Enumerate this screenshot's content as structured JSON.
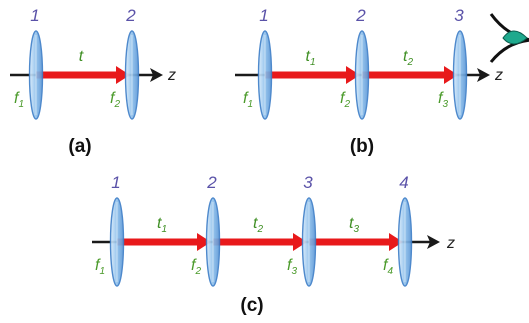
{
  "colors": {
    "axis": "#1a1a1a",
    "arrow": "#e8191b",
    "lens_fill": "#9ecbf0",
    "lens_edge": "#3f7fc8",
    "lens_number": "#5a52a8",
    "focal_label": "#4a9a2a",
    "eye_iris": "#1fa98d"
  },
  "icons": {
    "eye": "eye-icon"
  },
  "panels": [
    {
      "label": "(a)",
      "axis_label": "z",
      "lenses": [
        {
          "number": "1",
          "f_base": "f",
          "f_sub": "1"
        },
        {
          "number": "2",
          "f_base": "f",
          "f_sub": "2"
        }
      ],
      "segments": [
        {
          "base": "t",
          "sub": ""
        }
      ],
      "has_eye": false
    },
    {
      "label": "(b)",
      "axis_label": "z",
      "lenses": [
        {
          "number": "1",
          "f_base": "f",
          "f_sub": "1"
        },
        {
          "number": "2",
          "f_base": "f",
          "f_sub": "2"
        },
        {
          "number": "3",
          "f_base": "f",
          "f_sub": "3"
        }
      ],
      "segments": [
        {
          "base": "t",
          "sub": "1"
        },
        {
          "base": "t",
          "sub": "2"
        }
      ],
      "has_eye": true
    },
    {
      "label": "(c)",
      "axis_label": "z",
      "lenses": [
        {
          "number": "1",
          "f_base": "f",
          "f_sub": "1"
        },
        {
          "number": "2",
          "f_base": "f",
          "f_sub": "2"
        },
        {
          "number": "3",
          "f_base": "f",
          "f_sub": "3"
        },
        {
          "number": "4",
          "f_base": "f",
          "f_sub": "4"
        }
      ],
      "segments": [
        {
          "base": "t",
          "sub": "1"
        },
        {
          "base": "t",
          "sub": "2"
        },
        {
          "base": "t",
          "sub": "3"
        }
      ],
      "has_eye": false
    }
  ]
}
